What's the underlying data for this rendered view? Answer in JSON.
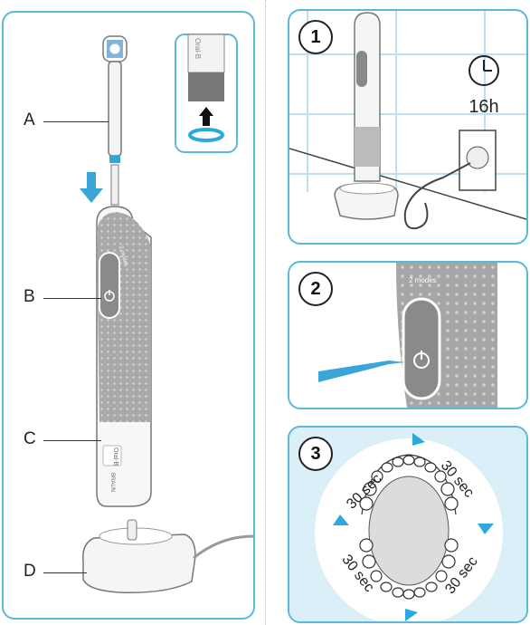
{
  "labels": {
    "a": "A",
    "b": "B",
    "c": "C",
    "d": "D"
  },
  "steps": [
    {
      "number": "1",
      "duration": "16h"
    },
    {
      "number": "2",
      "button_label": "2 modes"
    },
    {
      "number": "3",
      "quadrants": [
        "30 sec",
        "30 sec",
        "30 sec",
        "30 sec"
      ]
    }
  ],
  "brush": {
    "mode_label": "2 modes",
    "brand_logo": "Oral-B",
    "maker": "BRAUN"
  },
  "inset": {
    "brand_text": "Oral-B"
  },
  "icons": [
    "arrow-down-icon",
    "arrow-up-icon",
    "clock-icon",
    "power-icon",
    "pointing-arrow-icon"
  ],
  "colors": {
    "accent": "#5cb8d6",
    "arrow": "#3aa6d8",
    "grip": "#a6a6a6",
    "ring": "#2aa9df",
    "bg_light": "#dbeff8"
  }
}
